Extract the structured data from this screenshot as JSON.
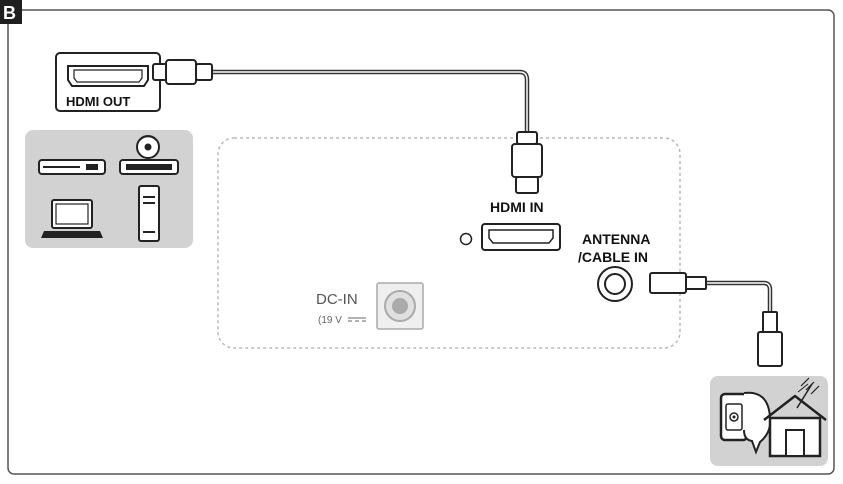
{
  "section": {
    "letter": "B"
  },
  "ports": {
    "hdmi_out": "HDMI OUT",
    "hdmi_in": "HDMI IN",
    "antenna_line1": "ANTENNA",
    "antenna_line2": "/CABLE IN",
    "dc_in": "DC-IN",
    "dc_rating": "(19 V"
  },
  "colors": {
    "frame": "#555555",
    "cable": "#333333",
    "panel_fill": "#d2d2d2",
    "device_dark": "#222222",
    "badge": "#1f1f1f"
  },
  "icons": [
    "dvd-player-icon",
    "camcorder-icon",
    "laptop-icon",
    "pc-tower-icon",
    "wall-outlet-icon",
    "house-icon",
    "antenna-icon"
  ]
}
